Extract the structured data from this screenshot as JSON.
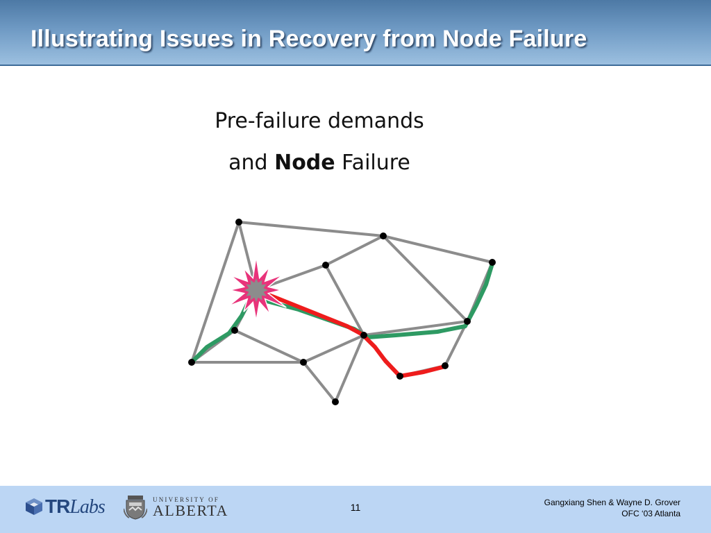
{
  "slide": {
    "title": "Illustrating Issues in Recovery from Node Failure",
    "subtitle_line1": "Pre-failure demands",
    "subtitle_line2_prefix": "and ",
    "subtitle_line2_bold": "Node",
    "subtitle_line2_suffix": " Failure",
    "page_number": "11",
    "author_line": "Gangxiang Shen & Wayne D. Grover",
    "event_line": "OFC ‘03 Atlanta"
  },
  "logos": {
    "trlabs_prefix": "TR",
    "trlabs_suffix": "Labs",
    "ua_small": "UNIVERSITY OF",
    "ua_big": "ALBERTA"
  },
  "colors": {
    "header_blue": "#5a86b3",
    "footer_blue": "#bcd6f4",
    "span_gray": "#8c8c8c",
    "demand_green": "#2e9a63",
    "demand_red": "#ee1c1c",
    "failure_burst": "#e8337a",
    "failed_node": "#8c8c8c"
  },
  "icons": {
    "trlabs": "trlabs-cube-icon",
    "alberta": "alberta-crest-icon",
    "failure": "failure-burst-icon"
  }
}
